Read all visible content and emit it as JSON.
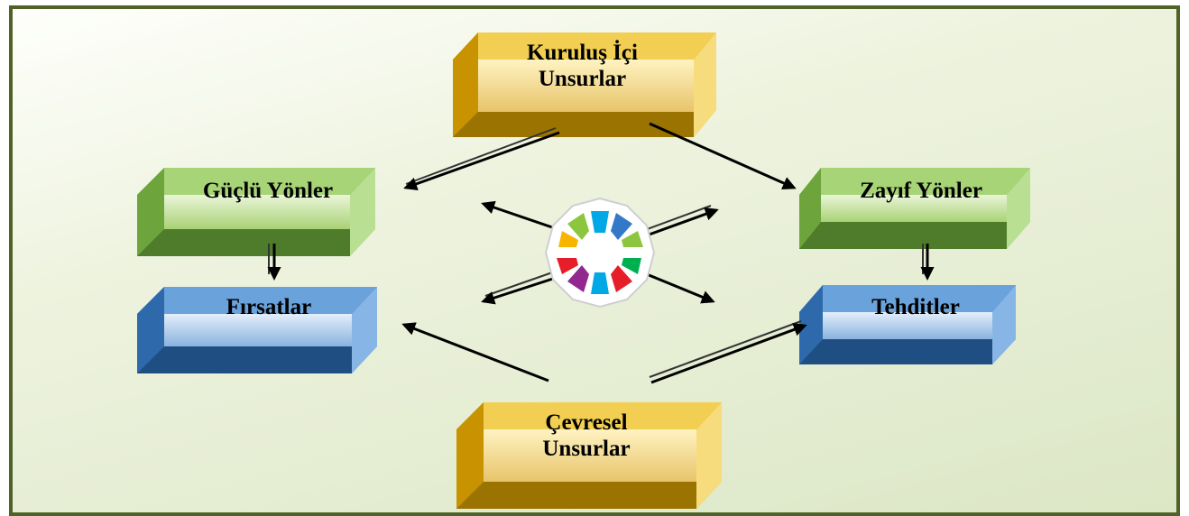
{
  "diagram": {
    "nodes": {
      "internal": "Kuruluş İçi\nUnsurlar",
      "strengths": "Güçlü Yönler",
      "weaknesses": "Zayıf Yönler",
      "opportunities": "Fırsatlar",
      "threats": "Tehditler",
      "environmental": "Çevresel\nUnsurlar"
    },
    "edges": [
      {
        "from": "Kuruluş İçi Unsurlar",
        "to": "Güçlü Yönler"
      },
      {
        "from": "Kuruluş İçi Unsurlar",
        "to": "Zayıf Yönler"
      },
      {
        "from": "Güçlü Yönler",
        "to": "Fırsatlar"
      },
      {
        "from": "Zayıf Yönler",
        "to": "Tehditler"
      },
      {
        "from": "Çevresel Unsurlar",
        "to": "Fırsatlar"
      },
      {
        "from": "Çevresel Unsurlar",
        "to": "Tehditler"
      }
    ],
    "colors": {
      "frame_border": "#4f6228",
      "gold": "#e0a800",
      "green": "#7ab648",
      "blue": "#3f7fc0"
    },
    "center_icon": "star-rosette-icon"
  }
}
